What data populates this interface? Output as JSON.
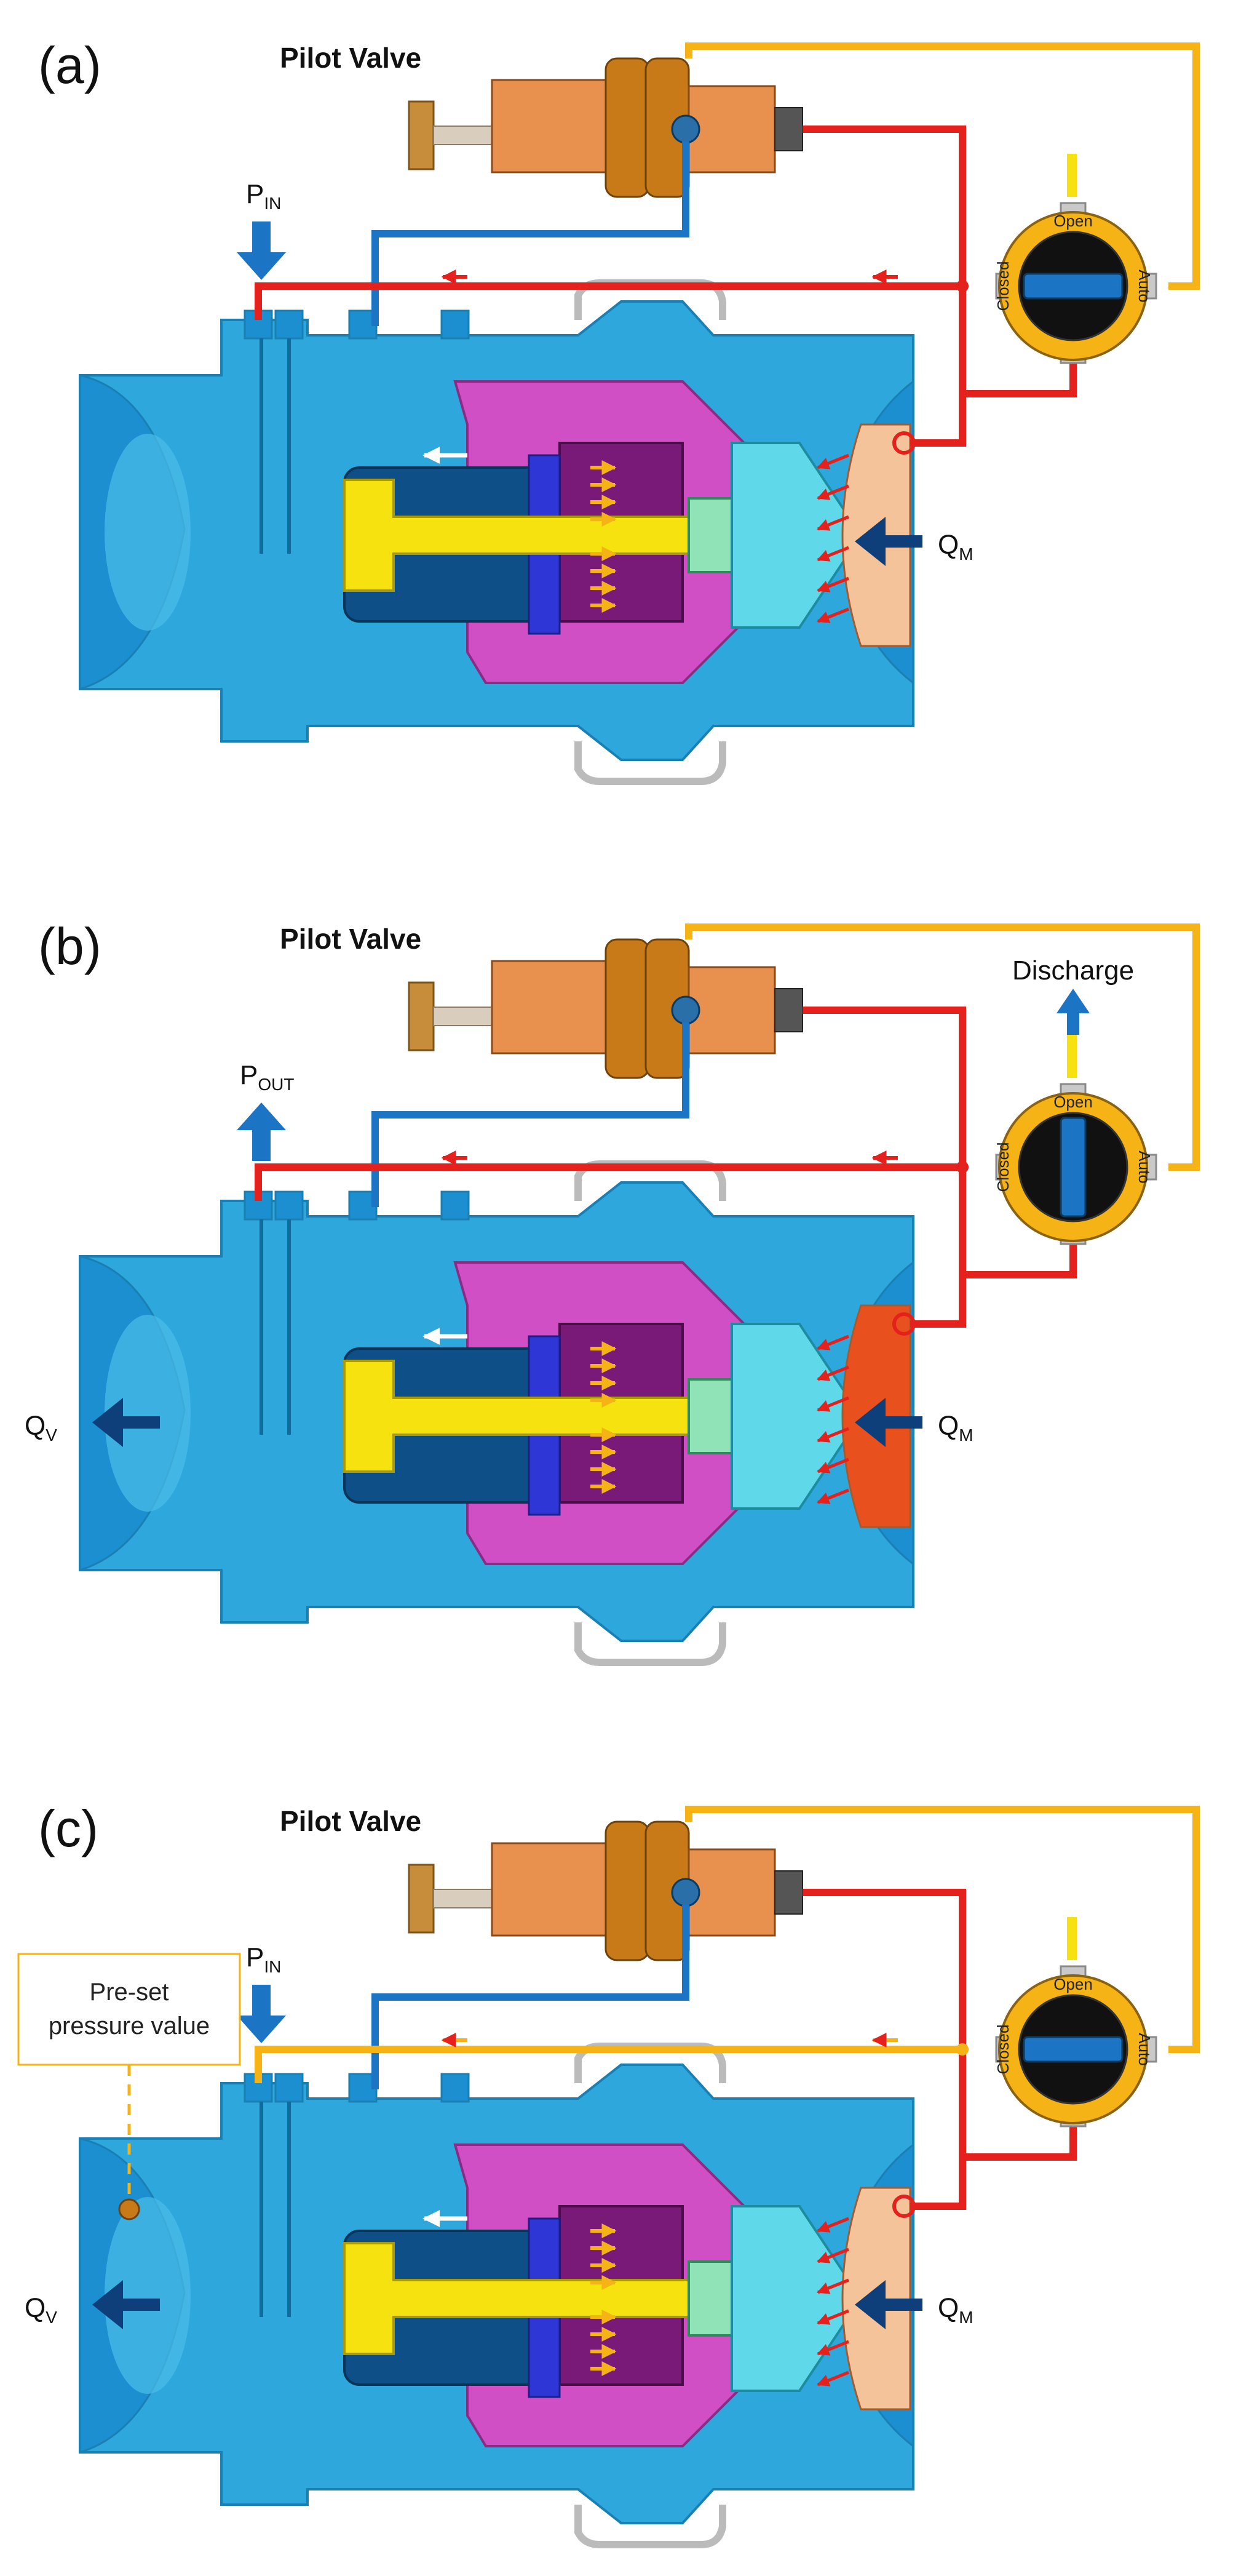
{
  "panels": [
    {
      "label": "(a)",
      "title": "Pilot Valve",
      "pressure_main": "P",
      "pressure_sub": "IN",
      "pressure_arrow": "down",
      "left_flow_main": "",
      "left_flow_sub": "",
      "right_flow_main": "Q",
      "right_flow_sub": "M",
      "top_note": "",
      "callout_line1": "",
      "callout_line2": "",
      "knob_open": "Open",
      "knob_closed": "Closed",
      "knob_auto": "Auto",
      "knob_state": "horizontal",
      "upper_line_color": "#e4211c",
      "return_line_color": "#f5b315"
    },
    {
      "label": "(b)",
      "title": "Pilot Valve",
      "pressure_main": "P",
      "pressure_sub": "OUT",
      "pressure_arrow": "up",
      "left_flow_main": "Q",
      "left_flow_sub": "V",
      "right_flow_main": "Q",
      "right_flow_sub": "M",
      "top_note": "Discharge",
      "callout_line1": "",
      "callout_line2": "",
      "knob_open": "Open",
      "knob_closed": "Closed",
      "knob_auto": "Auto",
      "knob_state": "vertical",
      "upper_line_color": "#e4211c",
      "return_line_color": "#f5b315"
    },
    {
      "label": "(c)",
      "title": "Pilot Valve",
      "pressure_main": "P",
      "pressure_sub": "IN",
      "pressure_arrow": "down",
      "left_flow_main": "Q",
      "left_flow_sub": "V",
      "right_flow_main": "Q",
      "right_flow_sub": "M",
      "top_note": "",
      "callout_line1": "Pre-set",
      "callout_line2": "pressure value",
      "knob_open": "Open",
      "knob_closed": "Closed",
      "knob_auto": "Auto",
      "knob_state": "horizontal",
      "upper_line_color": "#f5b315",
      "return_line_color": "#f5b315"
    }
  ],
  "colors": {
    "body_blue": "#2ea7dd",
    "body_dark": "#1a7fb3",
    "piston_magenta": "#d14fc4",
    "piston_dark": "#7a1a78",
    "stem_yellow": "#f5e20f",
    "pilot_orange": "#e8914f",
    "pilot_brown": "#c77a17",
    "cone_cyan": "#5fd9ea",
    "seat_peach": "#f4c39a",
    "seat_red": "#e8501e",
    "knob_yellow": "#f5b315",
    "pilot_line_blue": "#1c74c4",
    "supply_red": "#e4211c",
    "return_yellow": "#f5b315"
  }
}
